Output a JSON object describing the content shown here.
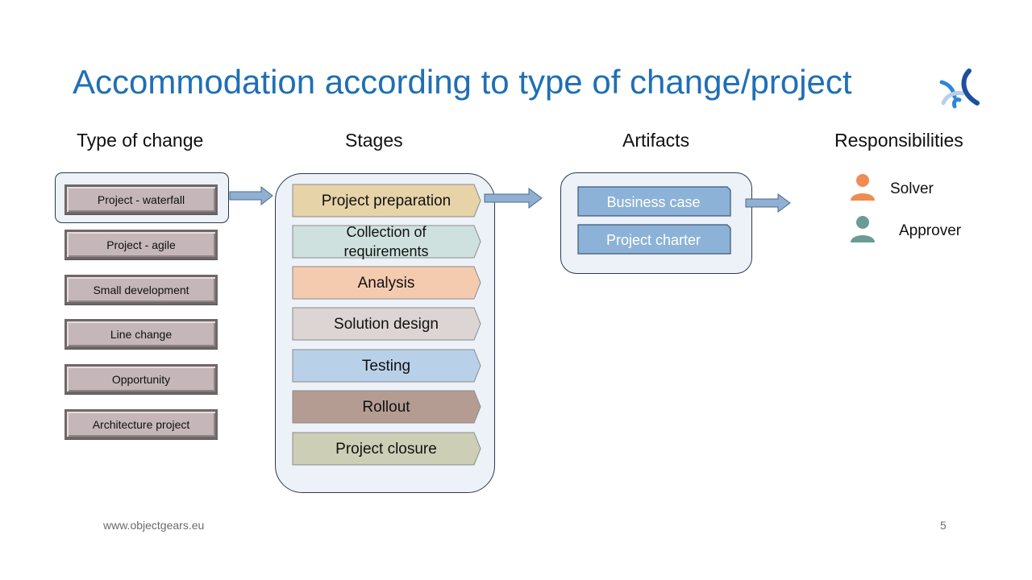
{
  "title": "Accommodation according to type of change/project",
  "columns": {
    "type_of_change": "Type of change",
    "stages": "Stages",
    "artifacts": "Artifacts",
    "responsibilities": "Responsibilities"
  },
  "change_types": [
    "Project - waterfall",
    "Project - agile",
    "Small development",
    "Line change",
    "Opportunity",
    "Architecture project"
  ],
  "stages": [
    {
      "label": "Project preparation",
      "color": "#e6d3a8"
    },
    {
      "label": "Collection of requirements",
      "color": "#cfe1de"
    },
    {
      "label": "Analysis",
      "color": "#f5cbb0"
    },
    {
      "label": "Solution design",
      "color": "#ddd5d4"
    },
    {
      "label": "Testing",
      "color": "#b9d1e8"
    },
    {
      "label": "Rollout",
      "color": "#b59c92"
    },
    {
      "label": "Project closure",
      "color": "#cccfb6"
    }
  ],
  "artifacts": [
    {
      "label": "Business case",
      "color": "#8cb2d7"
    },
    {
      "label": "Project charter",
      "color": "#8cb2d7"
    }
  ],
  "responsibilities": [
    {
      "label": "Solver",
      "icon": "person-icon",
      "color": "#ef8c52"
    },
    {
      "label": "Approver",
      "icon": "person-icon",
      "color": "#6b9b95"
    }
  ],
  "footer": {
    "website": "www.objectgears.eu",
    "page_number": "5"
  },
  "colors": {
    "title": "#1f6fb5",
    "arrow": "#8fb0d2",
    "logo_dark": "#1d4f9e",
    "logo_light": "#2f86d6"
  }
}
